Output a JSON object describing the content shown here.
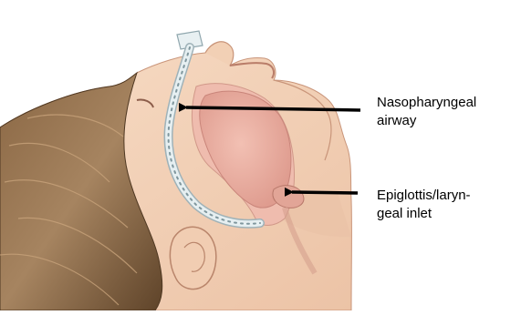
{
  "labels": {
    "nasopharyngeal": {
      "line1": "Nasopharyngeal",
      "line2": "airway"
    },
    "epiglottis": {
      "line1": "Epiglottis/laryn-",
      "line2": "geal inlet"
    }
  },
  "colors": {
    "background": "#ffffff",
    "skin": "#f3d2b8",
    "skin_shadow": "#e2b292",
    "pharynx": "#efb9ac",
    "tongue": "#e7a69a",
    "hair": "#7a5a3c",
    "hair_light": "#a7835d",
    "airway_tube": "#d9e6ea",
    "arrow": "#000000"
  },
  "icons": {
    "airway_tube": "nasopharyngeal-tube-icon",
    "arrow": "callout-arrow-icon"
  }
}
